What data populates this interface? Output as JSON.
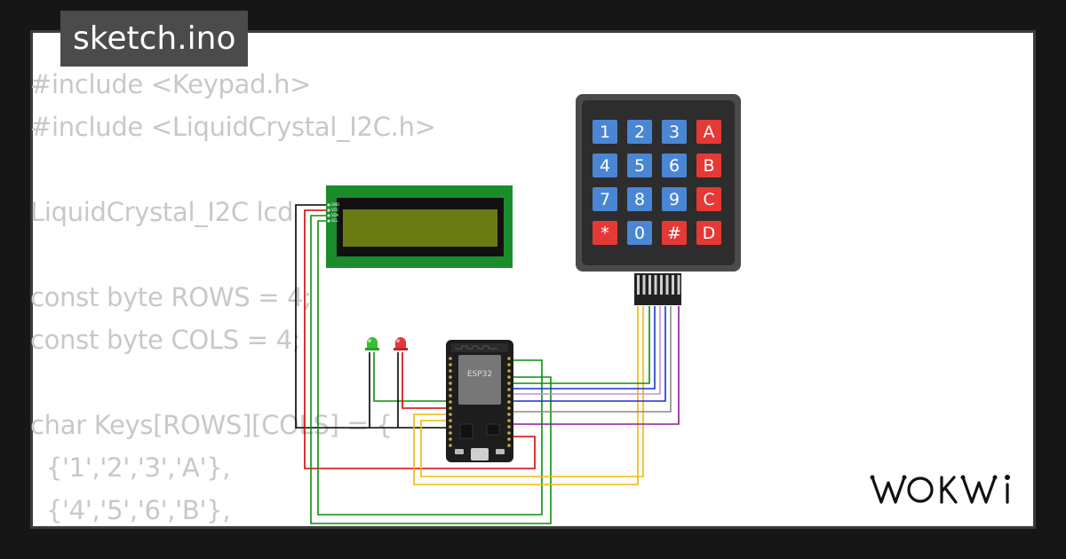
{
  "file_tab": {
    "label": "sketch.ino"
  },
  "code_lines": [
    "#include <Keypad.h>",
    "#include <LiquidCrystal_I2C.h>",
    "",
    "LiquidCrystal_I2C lcd",
    "",
    "const byte ROWS = 4;",
    "const byte COLS = 4;",
    "",
    "char Keys[ROWS][COLS] = {",
    "  {'1','2','3','A'},",
    "  {'4','5','6','B'},"
  ],
  "keypad": {
    "keys": [
      "1",
      "2",
      "3",
      "A",
      "4",
      "5",
      "6",
      "B",
      "7",
      "8",
      "9",
      "C",
      "*",
      "0",
      "#",
      "D"
    ],
    "colors": {
      "number": "#4a86d4",
      "letter": "#e53935",
      "body": "#2d2d2d",
      "frame": "#4a4a4a"
    }
  },
  "lcd": {
    "pin_labels": [
      "GND",
      "VCC",
      "SDA",
      "SCL"
    ],
    "colors": {
      "pcb": "#1b8c2b",
      "bezel": "#111111",
      "screen": "#6b7b14"
    }
  },
  "esp32": {
    "chip_label": "ESP32"
  },
  "leds": [
    {
      "name": "green",
      "color": "#35c035"
    },
    {
      "name": "red",
      "color": "#e0393c"
    }
  ],
  "wires": {
    "colors": {
      "black": "#000000",
      "red": "#d50000",
      "green": "#0a8f0a",
      "yellow": "#f0b800",
      "purple": "#8a1a9a",
      "violet": "#c78ee0",
      "blue": "#1a2fd0",
      "gray": "#8a8a8a"
    }
  },
  "brand": {
    "name": "WOKWI"
  }
}
